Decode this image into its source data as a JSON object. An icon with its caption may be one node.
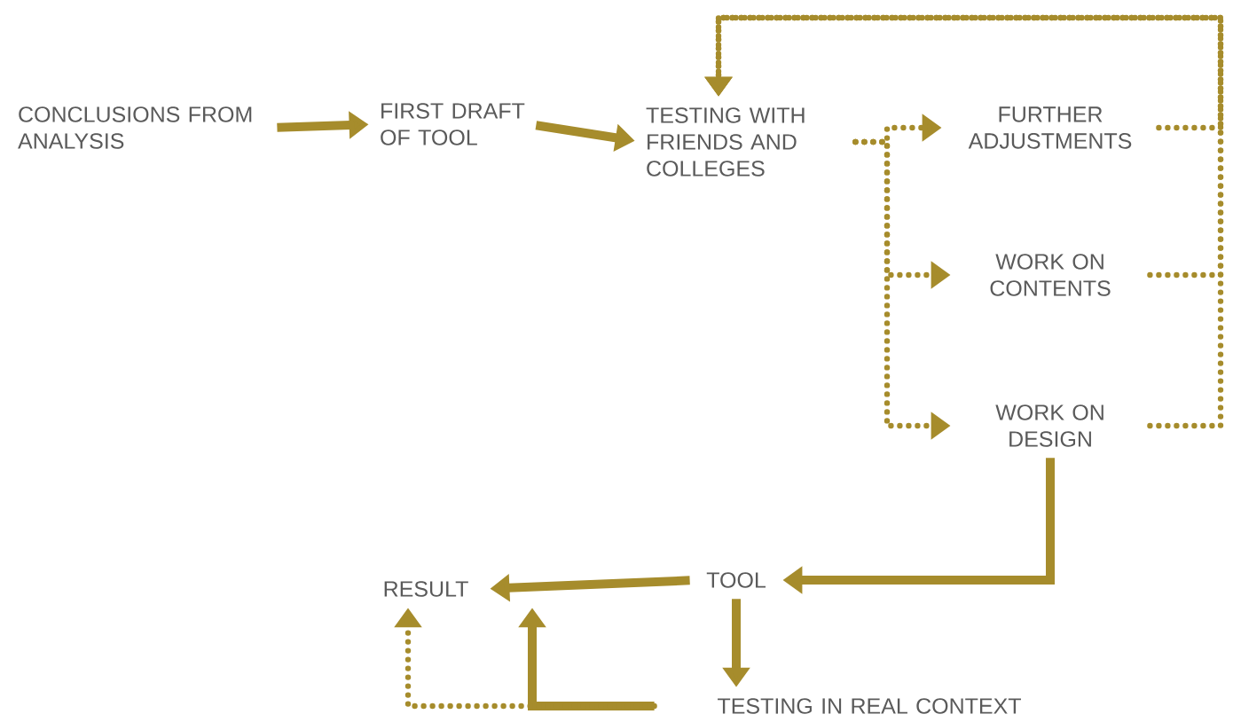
{
  "diagram": {
    "nodes": [
      {
        "text": [
          "CONCLUSIONS FROM ANALYSIS"
        ]
      },
      {
        "text": [
          "FIRST DRAFT OF TOOL"
        ]
      },
      {
        "text": [
          "TESTING WITH FRIENDS AND COLLEGES"
        ]
      },
      {
        "text": [
          "FURTHER ADJUSTMENTS"
        ]
      },
      {
        "text": [
          "WORK ON CONTENTS"
        ]
      },
      {
        "text": [
          "WORK ON DESIGN"
        ]
      },
      {
        "text": [
          "TOOL"
        ]
      },
      {
        "text": [
          "RESULT"
        ]
      },
      {
        "text": [
          "TESTING IN REAL CONTEXT"
        ]
      }
    ],
    "edges": [
      {
        "from": 0,
        "to": 1,
        "arrow": "to"
      },
      {
        "from": 1,
        "to": 2,
        "arrow": "to"
      },
      {
        "from": 2,
        "to": 3,
        "arrow": "to",
        "style": "dashed"
      },
      {
        "from": 2,
        "to": 4,
        "arrow": "to",
        "style": "dashed"
      },
      {
        "from": 2,
        "to": 5,
        "arrow": "to",
        "style": "dashed"
      },
      {
        "from": 3,
        "to": 2,
        "arrow": "to",
        "style": "dashed"
      },
      {
        "from": 4,
        "to": 2,
        "arrow": "to",
        "style": "dashed"
      },
      {
        "from": 5,
        "to": 2,
        "arrow": "to",
        "style": "dashed"
      },
      {
        "from": 5,
        "to": 6,
        "arrow": "to"
      },
      {
        "from": 6,
        "to": 7,
        "arrow": "to"
      },
      {
        "from": 6,
        "to": 8,
        "arrow": "to"
      },
      {
        "from": 8,
        "to": 7,
        "arrow": "to"
      },
      {
        "from": 8,
        "to": 7,
        "arrow": "to",
        "style": "dashed"
      }
    ]
  }
}
